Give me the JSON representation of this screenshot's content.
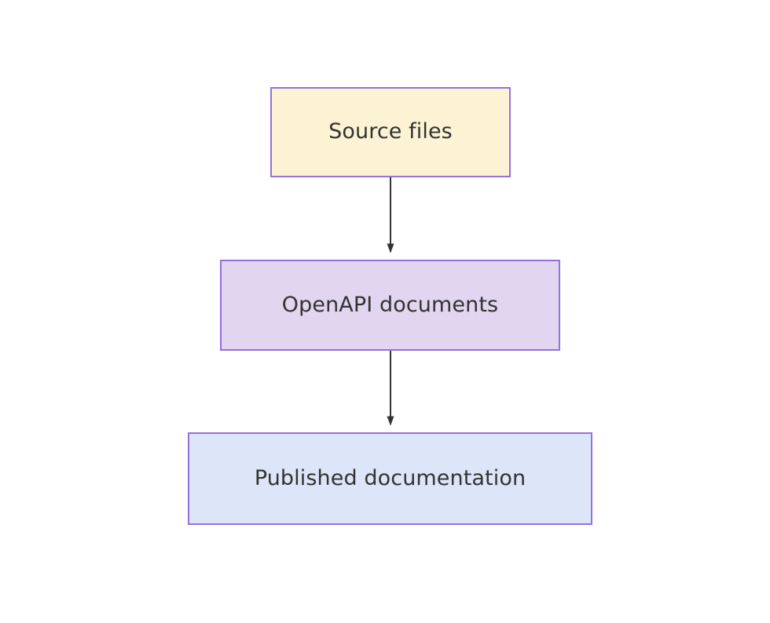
{
  "diagram": {
    "type": "flowchart",
    "direction": "top-to-bottom",
    "background_color": "#ffffff",
    "nodes": [
      {
        "id": "source-files",
        "label": "Source files",
        "fill_color": "#fcf3d5",
        "border_color": "#9670db",
        "text_color": "#333333"
      },
      {
        "id": "openapi-documents",
        "label": "OpenAPI documents",
        "fill_color": "#e1d5ef",
        "border_color": "#9670db",
        "text_color": "#333333"
      },
      {
        "id": "published-documentation",
        "label": "Published documentation",
        "fill_color": "#dde5f8",
        "border_color": "#9670db",
        "text_color": "#333333"
      }
    ],
    "edges": [
      {
        "id": "edge-source-to-openapi",
        "from": "source-files",
        "to": "openapi-documents",
        "label": "",
        "arrowhead": "solid-triangle",
        "color": "#333333"
      },
      {
        "id": "edge-openapi-to-published",
        "from": "openapi-documents",
        "to": "published-documentation",
        "label": "",
        "arrowhead": "solid-triangle",
        "color": "#333333"
      }
    ]
  }
}
